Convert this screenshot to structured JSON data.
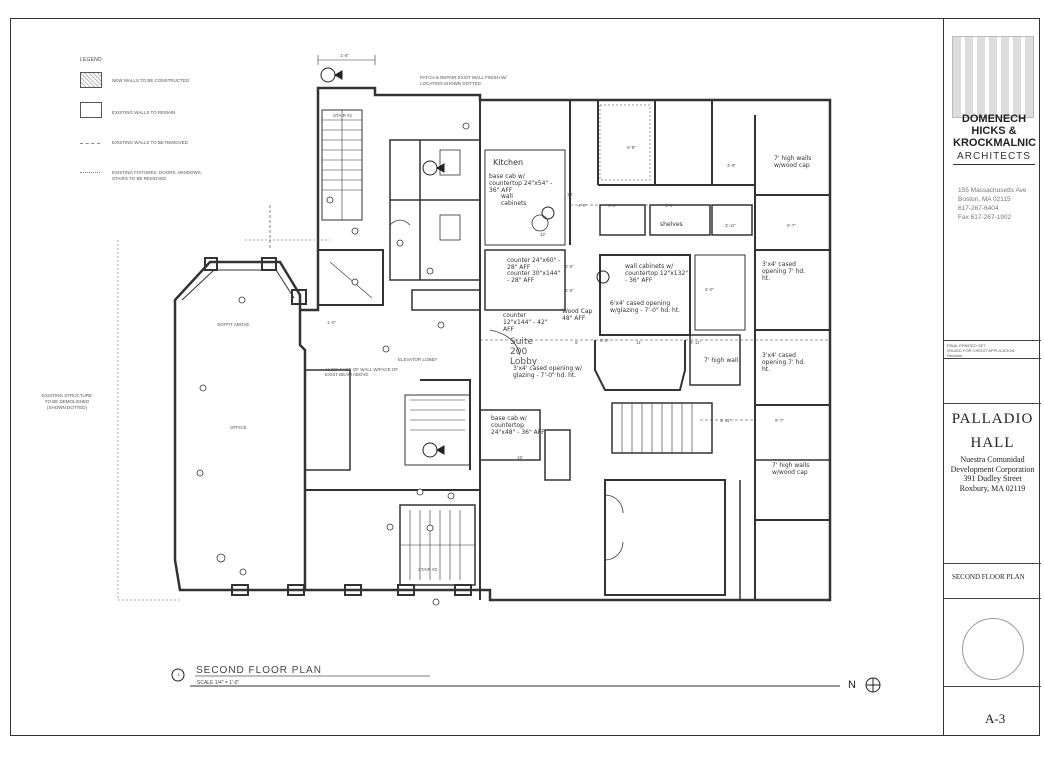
{
  "legend": {
    "title": "LEGEND",
    "items": [
      "NEW WALLS TO BE CONSTRUCTED",
      "EXISTING WALLS TO REMAIN",
      "EXISTING WALLS TO BE REMOVED",
      "EXISTING FIXTURES, DOORS, WINDOWS, STAIRS TO BE REMOVED"
    ]
  },
  "top_note": "PATCH & REPAIR EXIST WALL FINISH W/ LOCATION SHOWN DOTTED",
  "existing_note": "EXISTING STRUCTURE TO BE DEMOLISHED (SHOWN DOTTED)",
  "labels": {
    "stair1": "STAIR #1",
    "stair2": "STAIR #2",
    "elevator_lobby": "ELEVATOR LOBBY",
    "soffit_above": "SOFFIT ABOVE",
    "align_note": "ALIGN FACE OF WALL W/FACE OF EXIST BEAM ABOVE",
    "office": "OFFICE",
    "kitchen": "Kitchen",
    "kitchen_base_cab": "base cab w/ countertop 24\"x54\" - 36\" AFF",
    "wall_cabinets": "wall cabinets",
    "counter1": "counter 24\"x60\" - 28\" AFF",
    "counter2": "counter 30\"x144\" - 28\" AFF",
    "counter3": "counter 12\"x144\" - 42\" AFF",
    "wood_cap": "Wood Cap 48\" AFF",
    "suite": "Suite 200 Lobby",
    "cased_opening_glazing": "3'x4' cased opening w/ glazing - 7'-0\" hd. ht.",
    "base_cab2": "base cab w/ countertop 24\"x48\" - 36\" AFF",
    "wall_cab_counter": "wall cabinets w/ countertop 12\"x132\" - 36\" AFF",
    "cased_opening_6x4": "6'x4' cased opening w/glazing - 7'-0\" hd. ht.",
    "shelves": "shelves",
    "high_wall_1": "7' high walls w/wood cap",
    "high_wall_2": "7' high walls w/wood cap",
    "high_wall_3": "7' high wall",
    "cased_3x4_a": "3'x4' cased opening 7' hd. ht.",
    "cased_3x4_b": "3'x4' cased opening 7' hd. ht."
  },
  "dims": [
    "1'-8\"",
    "4'-0\"",
    "9'-8\"",
    "3'-9\"",
    "13'",
    "6'-8\"",
    "6'-8\"",
    "3'-11\"",
    "9'-7\"",
    "3'-5\"",
    "5'-5\"",
    "11'",
    "6'-0\"",
    "3'-11\"",
    "3'-11\"",
    "9'-7\"",
    "5'",
    "8'-0\"",
    "15'",
    "12'",
    "1'-0\""
  ],
  "title_block": {
    "firm": [
      "DOMENECH",
      "HICKS &",
      "KROCKMALNIC"
    ],
    "firm_sub": "ARCHITECTS",
    "address": [
      "155 Massachusetts Ave",
      "Boston, MA 02115",
      "617-267-6404",
      "Fax 617-267-1902"
    ],
    "revisions": [
      "FINAL PRINTED SET",
      "ISSUED FOR CREDIT APPLICATION",
      "Revision"
    ],
    "project": [
      "PALLADIO",
      "HALL"
    ],
    "client": [
      "Nuestra Comunidad",
      "Development Corporation",
      "391 Dudley Street",
      "Roxbury, MA 02119"
    ],
    "sheet_title": "SECOND FLOOR PLAN",
    "sheet_number": "A-3"
  },
  "plan_title": "SECOND FLOOR PLAN",
  "plan_scale": "SCALE 1/4\" = 1'-0\"",
  "plan_number": "1",
  "north_label": "N"
}
